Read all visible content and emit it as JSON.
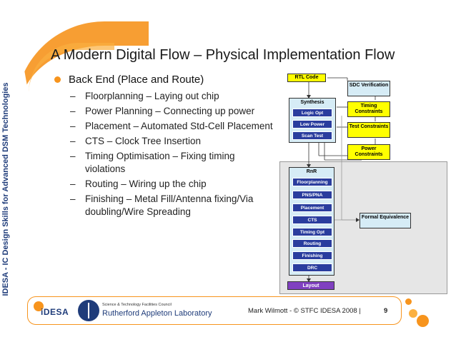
{
  "side_label": "IDESA - IC Design Skills for Advanced DSM Technologies",
  "title": "A Modern Digital Flow – Physical Implementation Flow",
  "bullet": "Back End (Place and Route)",
  "sub_items": [
    "Floorplanning – Laying out chip",
    "Power Planning – Connecting up power",
    "Placement – Automated Std-Cell Placement",
    "CTS – Clock Tree Insertion",
    "Timing Optimisation – Fixing timing violations",
    "Routing – Wiring up the chip",
    "Finishing – Metal Fill/Antenna fixing/Via doubling/Wire Spreading"
  ],
  "dash": "–",
  "diagram": {
    "rtl_code": "RTL Code",
    "sdc_verification": "SDC Verification",
    "synthesis": "Synthesis",
    "synthesis_steps": [
      "Logic Opt",
      "Low Power",
      "Scan Test"
    ],
    "timing_constraints": "Timing Constraints",
    "test_constraints": "Test Constraints",
    "power_constraints": "Power Constraints",
    "rnr": "RnR",
    "rnr_steps": [
      "Floorplanning",
      "PNS/PNA",
      "Placement",
      "CTS",
      "Timing Opt",
      "Routing",
      "Finishing",
      "DRC"
    ],
    "layout": "Layout",
    "formal_equivalence": "Formal Equivalence"
  },
  "footer": {
    "idesa_logo_text": "iDESA",
    "stfc_small": "Science & Technology Facilities Council",
    "stfc_name": "Rutherford Appleton Laboratory",
    "credit": "Mark Wilmott - © STFC    IDESA 2008 |",
    "page_number": "9"
  },
  "colors": {
    "accent_orange": "#f7941d",
    "navy": "#1f3c7a",
    "step_blue": "#2a3d9e",
    "constraint_yellow": "#ffff00",
    "layout_purple": "#8040c0"
  }
}
